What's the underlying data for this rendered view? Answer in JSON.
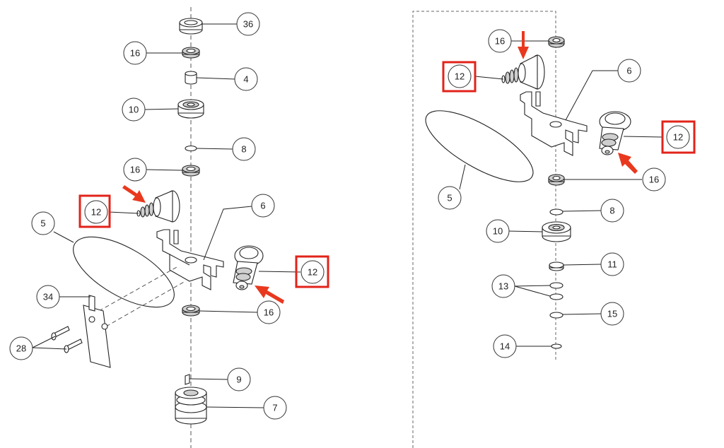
{
  "colors": {
    "highlight": "#e2231a",
    "arrow": "#e8391f",
    "line": "#222222"
  },
  "left_callouts": {
    "c36": "36",
    "c16a": "16",
    "c4": "4",
    "c10": "10",
    "c8": "8",
    "c16b": "16",
    "c6": "6",
    "c12a": "12",
    "c5": "5",
    "c12b": "12",
    "c34": "34",
    "c16c": "16",
    "c28": "28",
    "c9": "9",
    "c7": "7"
  },
  "right_callouts": {
    "c16a": "16",
    "c6": "6",
    "c12a": "12",
    "c12b": "12",
    "c5": "5",
    "c16b": "16",
    "c8": "8",
    "c10": "10",
    "c11": "11",
    "c13": "13",
    "c15": "15",
    "c14": "14"
  }
}
